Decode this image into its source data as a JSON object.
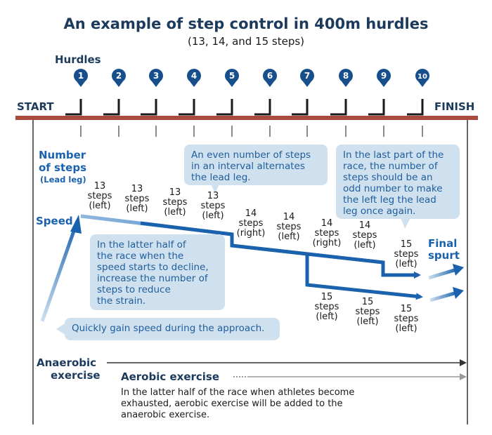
{
  "title": "An example of step control in 400m hurdles",
  "subtitle": "(13, 14, and 15 steps)",
  "hurdles_label": "Hurdles",
  "start_label": "START",
  "finish_label": "FINISH",
  "hurdle_numbers": [
    "1",
    "2",
    "3",
    "4",
    "5",
    "6",
    "7",
    "8",
    "9",
    "10"
  ],
  "number_of_steps_label": [
    "Number",
    "of steps"
  ],
  "lead_leg_label": "(Lead leg)",
  "speed_label": "Speed",
  "final_spurt_label": [
    "Final",
    "spurt"
  ],
  "top_steps": [
    [
      "13",
      "steps",
      "(left)"
    ],
    [
      "13",
      "steps",
      "(left)"
    ],
    [
      "13",
      "steps",
      "(left)"
    ],
    [
      "13",
      "steps",
      "(left)"
    ],
    [
      "14",
      "steps",
      "(right)"
    ],
    [
      "14",
      "steps",
      "(left)"
    ],
    [
      "14",
      "steps",
      "(right)"
    ],
    [
      "14",
      "steps",
      "(left)"
    ],
    [
      "15",
      "steps",
      "(left)"
    ]
  ],
  "bottom_steps": [
    [
      "15",
      "steps",
      "(left)"
    ],
    [
      "15",
      "steps",
      "(left)"
    ],
    [
      "15",
      "steps",
      "(left)"
    ]
  ],
  "bubbles": {
    "even_steps": [
      "An even number of steps",
      "in an interval alternates",
      "the lead leg."
    ],
    "last_part": [
      "In the last part of the",
      "race, the number of",
      "steps should be an",
      "odd number to make",
      "the left leg the lead",
      "leg once again."
    ],
    "latter_half": [
      "In the latter half of",
      "the race when the",
      "speed starts to decline,",
      "increase the number of",
      "steps to reduce",
      "the strain."
    ],
    "approach": [
      "Quickly gain speed during the approach."
    ]
  },
  "anaerobic_label": [
    "Anaerobic",
    "exercise"
  ],
  "aerobic_label": "Aerobic exercise",
  "aerobic_note": [
    "In the latter half of the race when athletes become",
    "exhausted, aerobic exercise will be added to the",
    "anaerobic exercise."
  ],
  "colors": {
    "navy": "#1b3a5c",
    "blue": "#1a62ad",
    "track": "#a84a3d",
    "bubble": "#cfe0ef",
    "marker": "#164f8c",
    "gray": "#999999"
  }
}
